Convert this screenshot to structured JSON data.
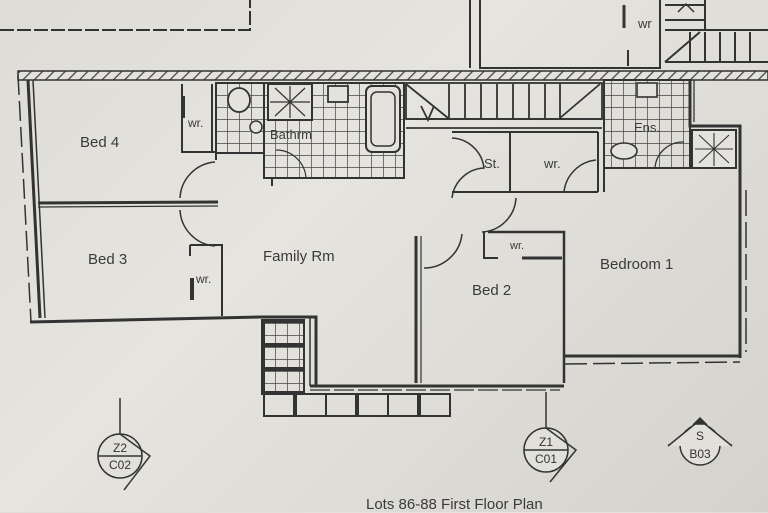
{
  "plan": {
    "title": "Lots 86-88 First Floor Plan",
    "rooms": [
      {
        "id": "bed4",
        "label": "Bed  4"
      },
      {
        "id": "bed3",
        "label": "Bed  3"
      },
      {
        "id": "family",
        "label": "Family Rm"
      },
      {
        "id": "bathroom",
        "label": "Bathrm"
      },
      {
        "id": "store",
        "label": "St."
      },
      {
        "id": "wr_hall",
        "label": "wr."
      },
      {
        "id": "ensuite",
        "label": "Ens."
      },
      {
        "id": "bed2",
        "label": "Bed  2"
      },
      {
        "id": "bedroom1",
        "label": "Bedroom 1"
      }
    ],
    "wardrobes": [
      {
        "id": "wr_bed4",
        "label": "wr."
      },
      {
        "id": "wr_bed3",
        "label": "wr."
      },
      {
        "id": "wr_bed2",
        "label": "wr."
      },
      {
        "id": "wr_top",
        "label": "wr"
      }
    ],
    "section_markers": [
      {
        "id": "z2",
        "top": "Z2",
        "bottom": "C02"
      },
      {
        "id": "z1",
        "top": "Z1",
        "bottom": "C01"
      },
      {
        "id": "s",
        "top": "S",
        "bottom": "B03"
      }
    ]
  },
  "colors": {
    "paper": "#e2e0da",
    "ink": "#3a3a3a"
  }
}
